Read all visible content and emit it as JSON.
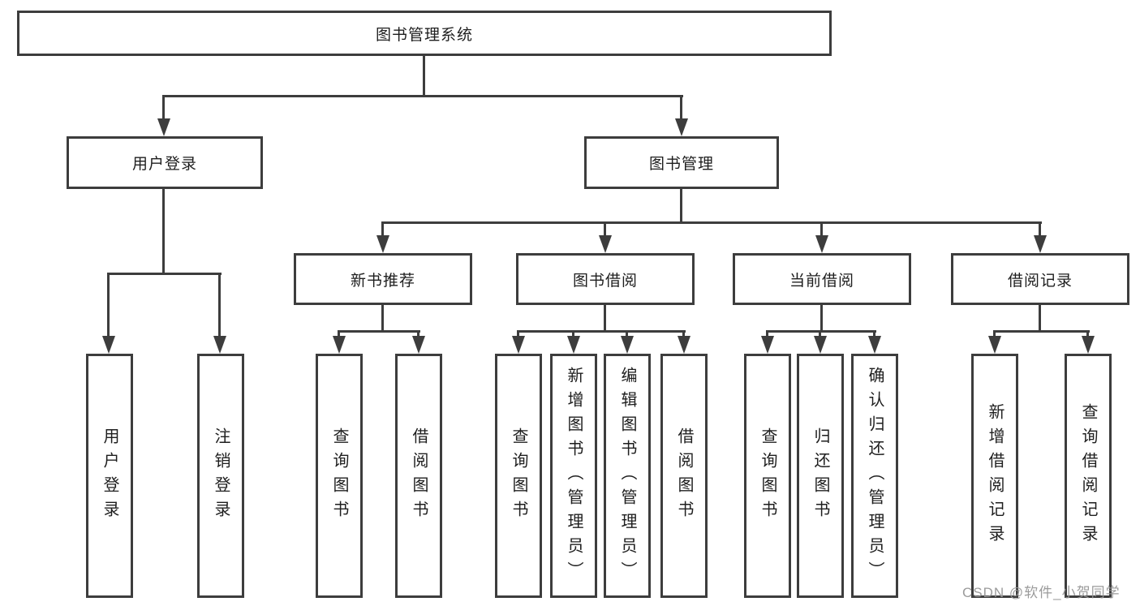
{
  "diagram": {
    "root": {
      "label": "图书管理系统"
    },
    "level2": [
      {
        "label": "用户登录"
      },
      {
        "label": "图书管理"
      }
    ],
    "level3": [
      {
        "label": "新书推荐"
      },
      {
        "label": "图书借阅"
      },
      {
        "label": "当前借阅"
      },
      {
        "label": "借阅记录"
      }
    ],
    "leaves": {
      "user_login": [
        {
          "label": "用户登录"
        },
        {
          "label": "注销登录"
        }
      ],
      "new_books": [
        {
          "label": "查询图书"
        },
        {
          "label": "借阅图书"
        }
      ],
      "book_borrow": [
        {
          "label": "查询图书"
        },
        {
          "label": "新增图书（管理员）"
        },
        {
          "label": "编辑图书（管理员）"
        },
        {
          "label": "借阅图书"
        }
      ],
      "current_borrow": [
        {
          "label": "查询图书"
        },
        {
          "label": "归还图书"
        },
        {
          "label": "确认归还（管理员）"
        }
      ],
      "borrow_records": [
        {
          "label": "新增借阅记录"
        },
        {
          "label": "查询借阅记录"
        }
      ]
    },
    "watermark": "CSDN @软件_小贺同学",
    "colors": {
      "line": "#3d3d3d",
      "text": "#1e1e1e",
      "watermark": "#969696",
      "background": "#ffffff"
    }
  }
}
